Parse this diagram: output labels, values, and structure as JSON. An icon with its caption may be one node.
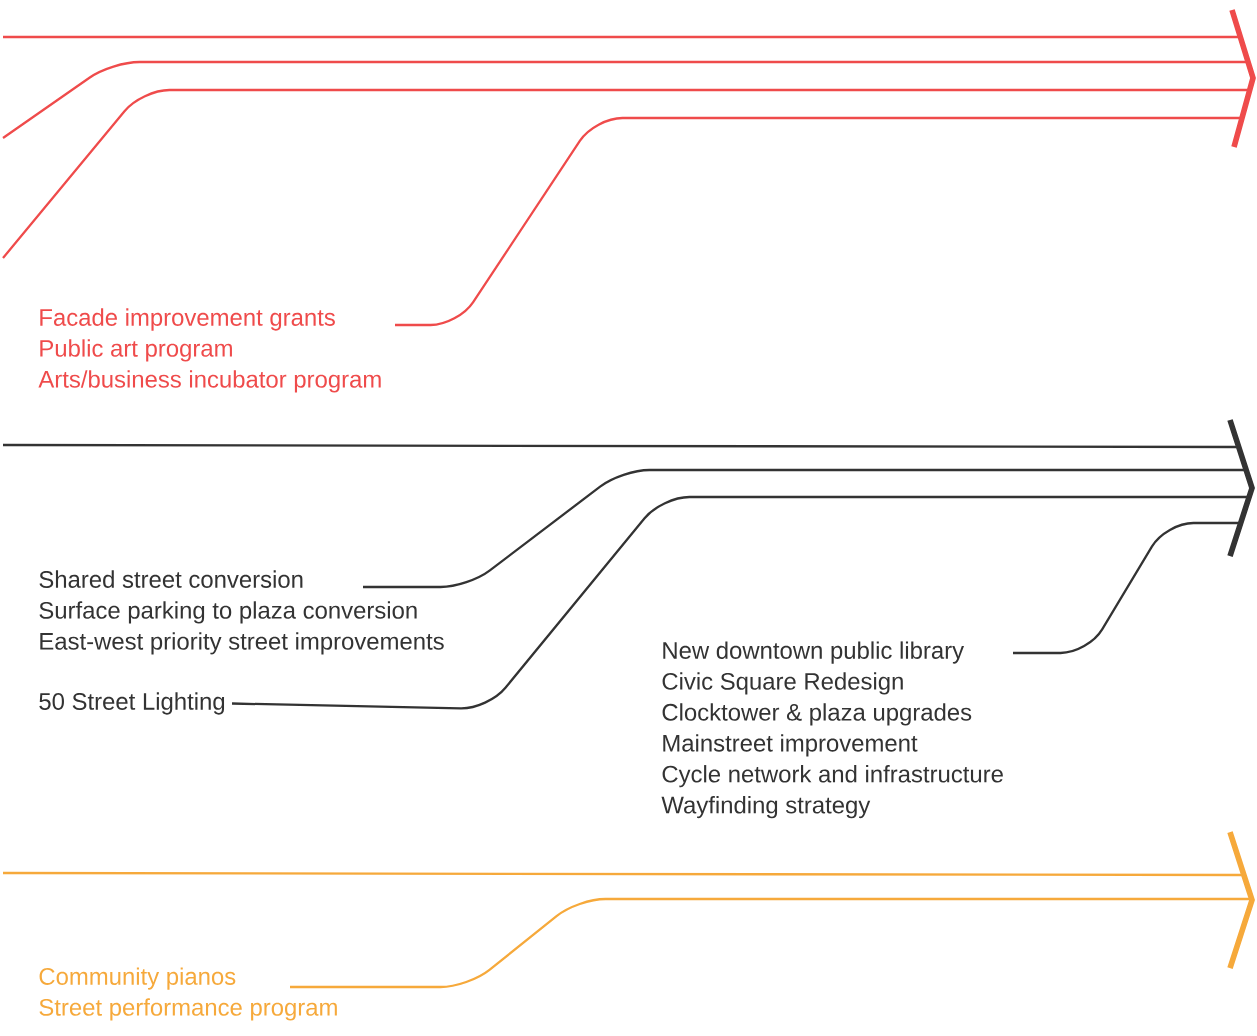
{
  "diagram": {
    "nodes": [
      {
        "text": [],
        "shape": "chevron"
      },
      {
        "text": [
          "Facade improvement grants",
          "Public art program",
          "Arts/business incubator program"
        ]
      },
      {
        "text": [],
        "shape": "chevron"
      },
      {
        "text": [
          "Shared street conversion",
          "Surface parking to plaza conversion",
          "East-west priority street improvements"
        ]
      },
      {
        "text": [
          "50 Street Lighting"
        ]
      },
      {
        "text": [
          "New downtown public library",
          "Civic Square Redesign",
          "Clocktower & plaza upgrades",
          "Mainstreet improvement",
          "Cycle network and infrastructure",
          "Wayfinding strategy"
        ]
      },
      {
        "text": [],
        "shape": "chevron"
      },
      {
        "text": [
          "Community pianos",
          "Street performance program"
        ]
      }
    ],
    "edges": [
      {
        "from": null,
        "to": 0,
        "arrow": "none",
        "color": "#ef4b4b"
      },
      {
        "from": null,
        "to": 0,
        "arrow": "none",
        "color": "#ef4b4b"
      },
      {
        "from": null,
        "to": 0,
        "arrow": "none",
        "color": "#ef4b4b"
      },
      {
        "from": 1,
        "to": 0,
        "arrow": "none",
        "color": "#ef4b4b"
      },
      {
        "from": null,
        "to": 2,
        "arrow": "none",
        "color": "#333333"
      },
      {
        "from": 3,
        "to": 2,
        "arrow": "none",
        "color": "#333333"
      },
      {
        "from": 4,
        "to": 2,
        "arrow": "none",
        "color": "#333333"
      },
      {
        "from": 5,
        "to": 2,
        "arrow": "none",
        "color": "#333333"
      },
      {
        "from": null,
        "to": 6,
        "arrow": "none",
        "color": "#f6a93b"
      },
      {
        "from": 7,
        "to": 6,
        "arrow": "none",
        "color": "#f6a93b"
      }
    ]
  }
}
